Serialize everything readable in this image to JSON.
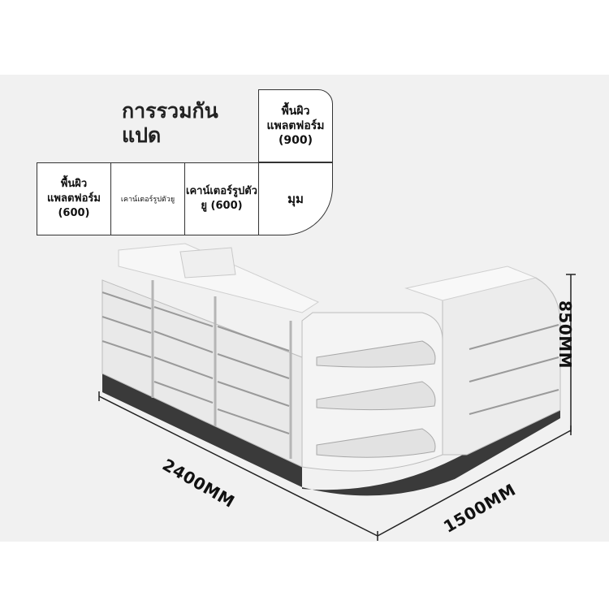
{
  "title": "การรวมกันแปด",
  "cells": {
    "top": "พื้นผิวแพลตฟอร์ม (900)",
    "c1": "พื้นผิวแพลตฟอร์ม (600)",
    "c2": "เคาน์เตอร์รูปตัวยู",
    "c3": "เคาน์เตอร์รูปตัวยู (600)",
    "c4": "มุม"
  },
  "dimensions": {
    "length": "2400MM",
    "width": "1500MM",
    "height": "850MM"
  }
}
